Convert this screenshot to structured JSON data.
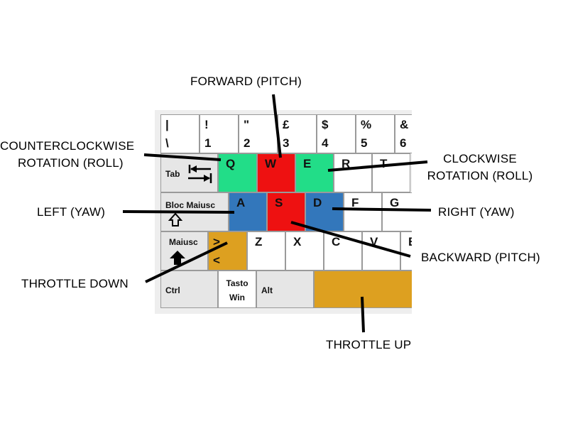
{
  "colors": {
    "roll": "#22dd88",
    "pitch": "#ee1111",
    "yaw": "#3377bb",
    "throttle": "#dda020",
    "line": "#000000"
  },
  "keyboard": {
    "number_row": [
      {
        "top": "|",
        "bottom": "\\"
      },
      {
        "top": "!",
        "bottom": "1"
      },
      {
        "top": "\"",
        "bottom": "2"
      },
      {
        "top": "£",
        "bottom": "3"
      },
      {
        "top": "$",
        "bottom": "4"
      },
      {
        "top": "%",
        "bottom": "5"
      },
      {
        "top": "&",
        "bottom": "6"
      }
    ],
    "tab_label": "Tab",
    "q": "Q",
    "w": "W",
    "e": "E",
    "r": "R",
    "t": "T",
    "caps_label": "Bloc Maiusc",
    "a": "A",
    "s": "S",
    "d": "D",
    "f": "F",
    "g": "G",
    "shift_label": "Maiusc",
    "angle_top": ">",
    "angle_bottom": "<",
    "z": "Z",
    "x": "X",
    "c": "C",
    "v": "V",
    "b": "B",
    "ctrl_label": "Ctrl",
    "win_label_1": "Tasto",
    "win_label_2": "Win",
    "alt_label": "Alt"
  },
  "labels": {
    "forward": "FORWARD (PITCH)",
    "ccw_1": "COUNTERCLOCKWISE",
    "ccw_2": "ROTATION (ROLL)",
    "cw_1": "CLOCKWISE",
    "cw_2": "ROTATION (ROLL)",
    "left": "LEFT (YAW)",
    "right": "RIGHT (YAW)",
    "backward": "BACKWARD (PITCH)",
    "throttle_down": "THROTTLE DOWN",
    "throttle_up": "THROTTLE UP"
  }
}
